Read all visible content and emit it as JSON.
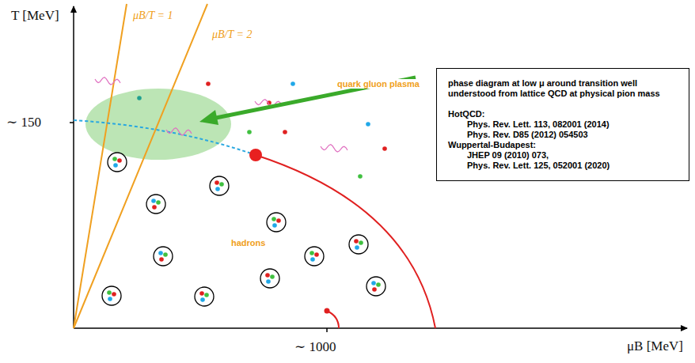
{
  "diagram": {
    "nodes": [
      {
        "text": [
          "phase diagram at low μ around transition well understood from lattice QCD at physical pion mass",
          "HotQCD:",
          "Phys. Rev. Lett. 113, 082001 (2014)",
          "Phys. Rev. D85 (2012) 054503",
          "Wuppertal-Budapest:",
          "JHEP 09 (2010) 073,",
          "Phys. Rev. Lett. 125, 052001 (2020)"
        ]
      }
    ],
    "labels": [
      "T [MeV]",
      "μB/T = 1",
      "μB/T = 2",
      "∼ 150",
      "quark gluon plasma",
      "hadrons",
      "∼ 1000",
      "μB [MeV]"
    ]
  }
}
